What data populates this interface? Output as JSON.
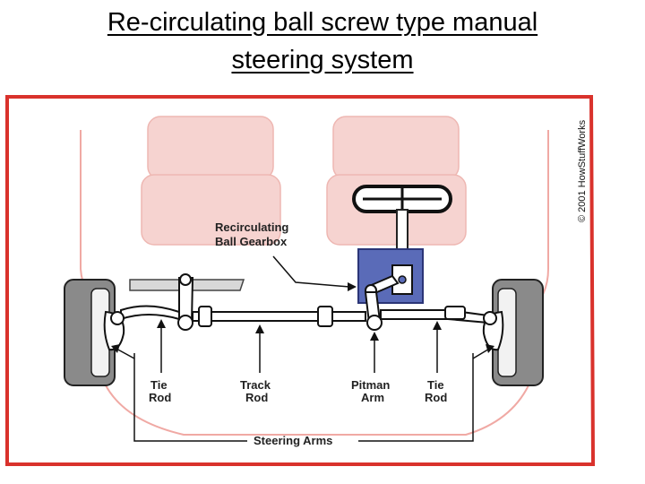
{
  "slide": {
    "title_line1": "Re-circulating ball screw type manual",
    "title_line2": "steering system"
  },
  "diagram": {
    "copyright": "© 2001 HowStuffWorks",
    "labels": {
      "gearbox_line1": "Recirculating",
      "gearbox_line2": "Ball Gearbox",
      "tie_rod_left_1": "Tie",
      "tie_rod_left_2": "Rod",
      "track_rod_1": "Track",
      "track_rod_2": "Rod",
      "pitman_arm_1": "Pitman",
      "pitman_arm_2": "Arm",
      "tie_rod_right_1": "Tie",
      "tie_rod_right_2": "Rod",
      "steering_arms": "Steering Arms"
    },
    "colors": {
      "frame_red": "#d9322c",
      "seat_fill": "#f6d3d0",
      "gearbox_blue": "#5a6bb8",
      "wheel_gray": "#8a8a8a"
    }
  }
}
